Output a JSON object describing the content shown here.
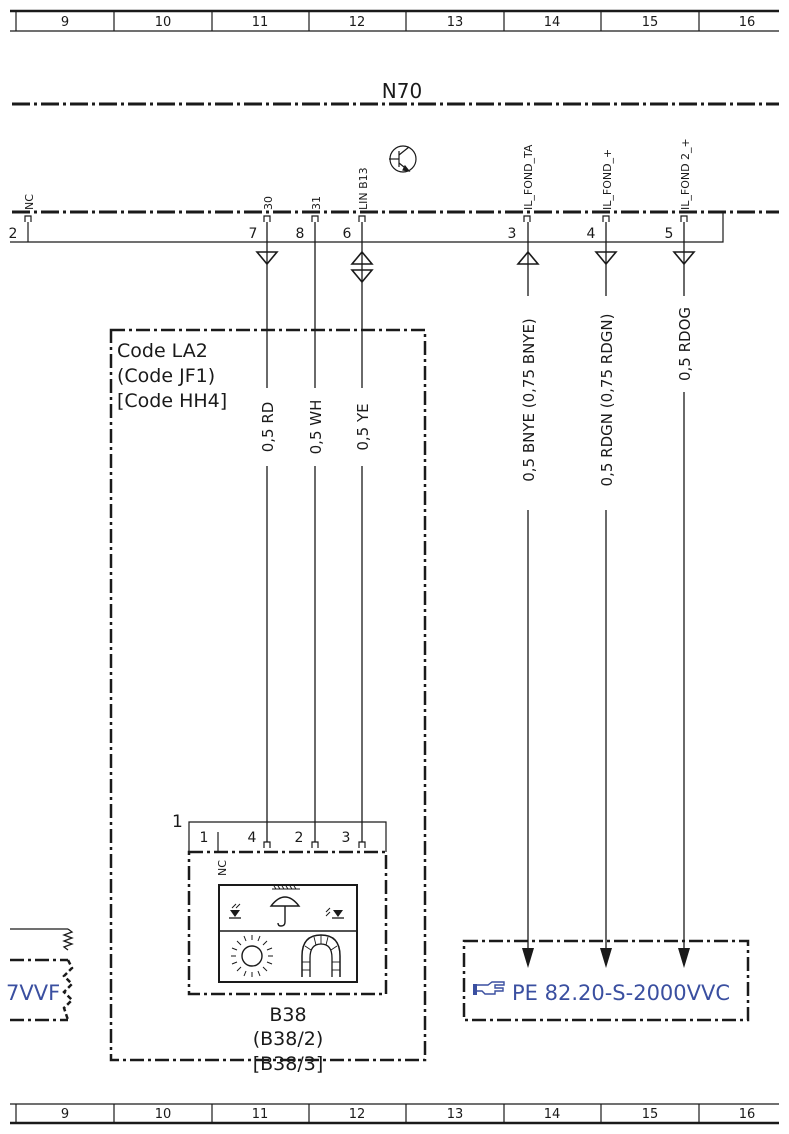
{
  "grid": {
    "columns": [
      "9",
      "10",
      "11",
      "12",
      "13",
      "14",
      "15",
      "16"
    ]
  },
  "module": {
    "name": "N70",
    "pins": [
      {
        "name": "NC",
        "number": "2"
      },
      {
        "name": "30",
        "number": "7"
      },
      {
        "name": "31",
        "number": "8"
      },
      {
        "name": "LIN B13",
        "number": "6"
      },
      {
        "name": "IL_FOND_TA",
        "number": "3"
      },
      {
        "name": "IL_FOND_+",
        "number": "4"
      },
      {
        "name": "IL_FOND 2_+",
        "number": "5"
      }
    ]
  },
  "wires": [
    {
      "label": "0,5 RD"
    },
    {
      "label": "0,5 WH"
    },
    {
      "label": "0,5 YE"
    },
    {
      "label": "0,5 BNYE  (0,75 BNYE)"
    },
    {
      "label": "0,5 RDGN  (0,75 RDGN)"
    },
    {
      "label": "0,5 RDOG"
    }
  ],
  "option_box": {
    "lines": [
      "Code LA2",
      "(Code JF1)",
      "[Code HH4]"
    ]
  },
  "sensor": {
    "connector_number": "1",
    "pins": [
      "1",
      "4",
      "2",
      "3"
    ],
    "nc_label": "NC",
    "labels": [
      "B38",
      "(B38/2)",
      "[B38/3]"
    ]
  },
  "references": {
    "right": "PE 82.20-S-2000VVC",
    "left_partial": "7VVF"
  }
}
